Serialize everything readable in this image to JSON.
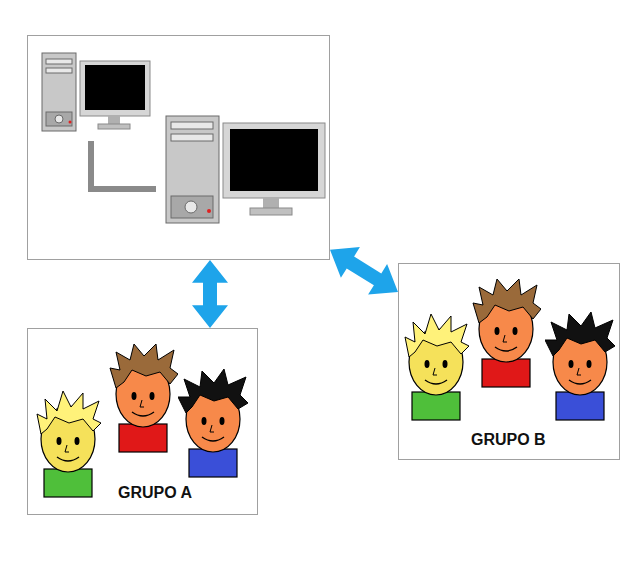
{
  "diagram": {
    "nodes": [
      {
        "text": []
      },
      {
        "text": [
          "GRUPO A"
        ]
      },
      {
        "text": [
          "GRUPO B"
        ]
      }
    ],
    "edges": [
      {
        "from": 1,
        "to": 0,
        "arrow": "both"
      },
      {
        "from": 2,
        "to": 0,
        "arrow": "both"
      }
    ]
  }
}
